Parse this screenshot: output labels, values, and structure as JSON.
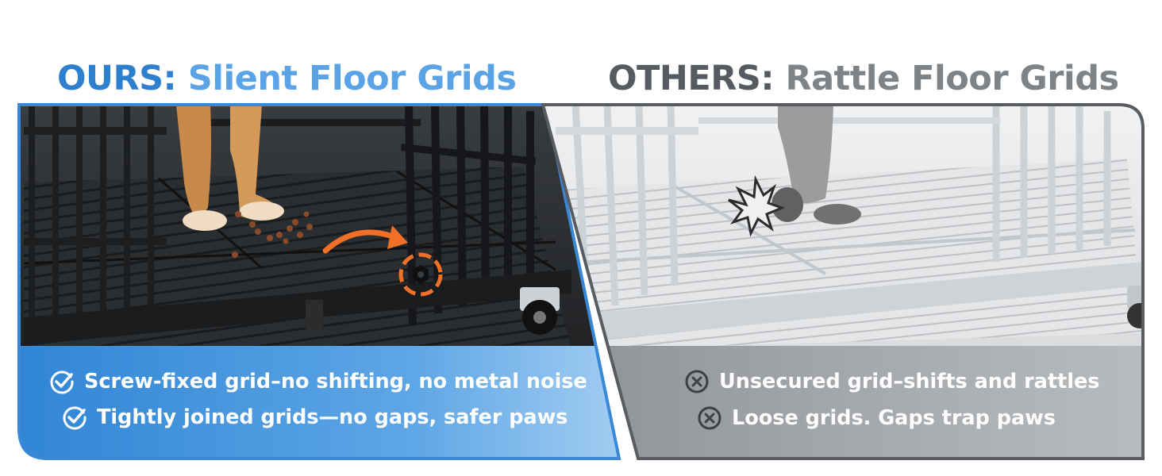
{
  "ours": {
    "keyword": "OURS:",
    "title": "Slient Floor Grids",
    "bullets": [
      "Screw-fixed grid–no shifting, no metal noise",
      "Tightly joined grids—no gaps, safer paws"
    ],
    "icon": "check-circle-icon",
    "color": "#2f7fcf"
  },
  "others": {
    "keyword": "OTHERS:",
    "title": "Rattle Floor Grids",
    "bullets": [
      "Unsecured grid–shifts and rattles",
      "Loose grids. Gaps trap paws"
    ],
    "icon": "x-circle-icon",
    "color": "#555b60"
  }
}
